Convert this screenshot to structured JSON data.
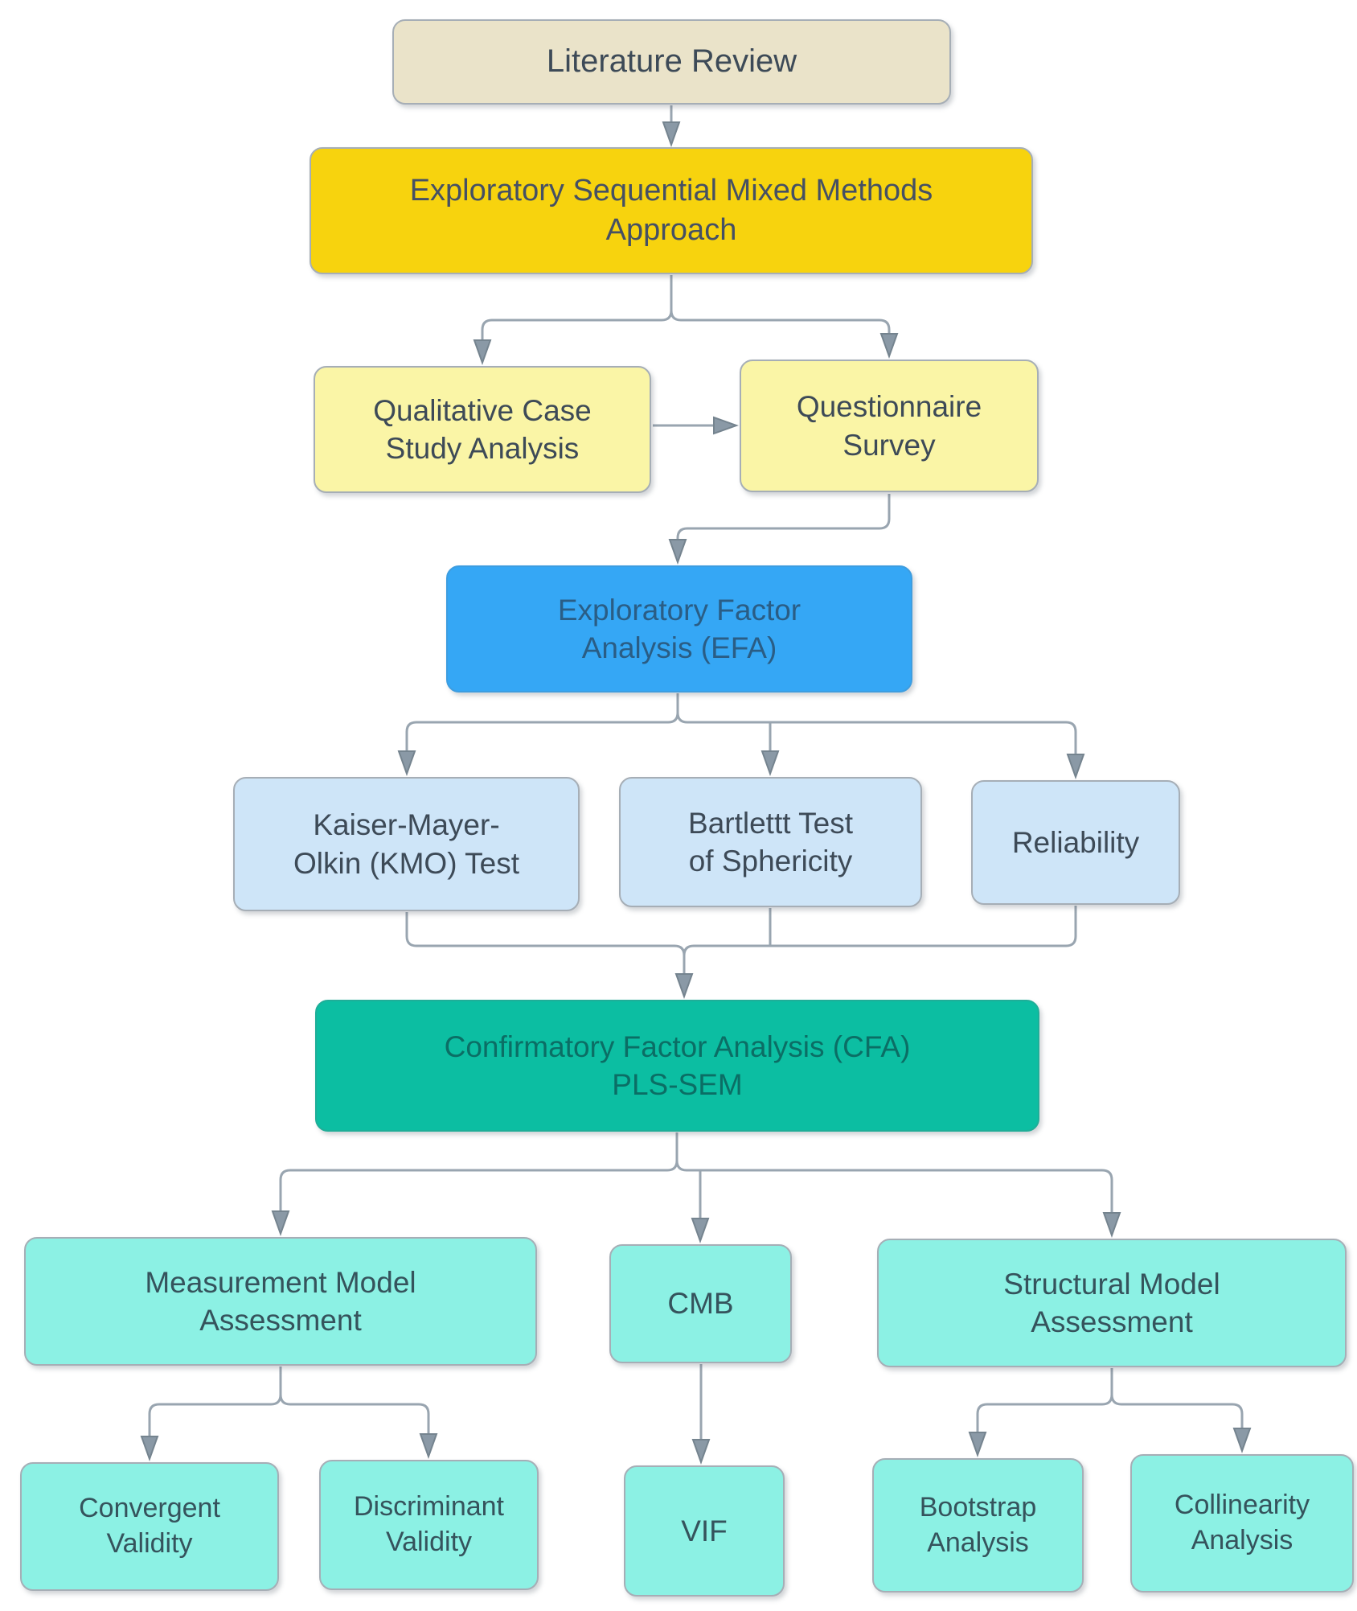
{
  "nodes": {
    "literature": {
      "label": "Literature Review",
      "bg": "#EAE3C9",
      "fg": "#3D4A57"
    },
    "approach": {
      "label": "Exploratory Sequential Mixed Methods\nApproach",
      "bg": "#F7D30E",
      "fg": "#455064"
    },
    "qualitative": {
      "label": "Qualitative Case\nStudy Analysis",
      "bg": "#FAF5A6",
      "fg": "#3D4A57"
    },
    "questionnaire": {
      "label": "Questionnaire\nSurvey",
      "bg": "#FAF5A6",
      "fg": "#3D4A57"
    },
    "efa": {
      "label": "Exploratory Factor\nAnalysis (EFA)",
      "bg": "#35A7F5",
      "fg": "#2A5D85"
    },
    "kmo": {
      "label": "Kaiser-Mayer-\nOlkin (KMO) Test",
      "bg": "#CEE5F8",
      "fg": "#3D4A57"
    },
    "bartlett": {
      "label": "Bartlettt Test\nof Sphericity",
      "bg": "#CEE5F8",
      "fg": "#3D4A57"
    },
    "reliability": {
      "label": "Reliability",
      "bg": "#CEE5F8",
      "fg": "#3D4A57"
    },
    "cfa": {
      "label": "Confirmatory Factor Analysis (CFA)\nPLS-SEM",
      "bg": "#0CBEA2",
      "fg": "#0B6E65"
    },
    "measurement": {
      "label": "Measurement Model\nAssessment",
      "bg": "#8CF1E4",
      "fg": "#35535C"
    },
    "cmb": {
      "label": "CMB",
      "bg": "#8CF1E4",
      "fg": "#35535C"
    },
    "structural": {
      "label": "Structural Model\nAssessment",
      "bg": "#8CF1E4",
      "fg": "#35535C"
    },
    "convergent": {
      "label": "Convergent\nValidity",
      "bg": "#8CF1E4",
      "fg": "#35535C"
    },
    "discriminant": {
      "label": "Discriminant\nValidity",
      "bg": "#8CF1E4",
      "fg": "#35535C"
    },
    "vif": {
      "label": "VIF",
      "bg": "#8CF1E4",
      "fg": "#35535C"
    },
    "bootstrap": {
      "label": "Bootstrap\nAnalysis",
      "bg": "#8CF1E4",
      "fg": "#35535C"
    },
    "collinearity": {
      "label": "Collinearity\nAnalysis",
      "bg": "#8CF1E4",
      "fg": "#35535C"
    }
  },
  "edges": [
    {
      "from": "literature",
      "to": "approach"
    },
    {
      "from": "approach",
      "to": "qualitative"
    },
    {
      "from": "approach",
      "to": "questionnaire"
    },
    {
      "from": "qualitative",
      "to": "questionnaire"
    },
    {
      "from": "questionnaire",
      "to": "efa"
    },
    {
      "from": "efa",
      "to": "kmo"
    },
    {
      "from": "efa",
      "to": "bartlett"
    },
    {
      "from": "efa",
      "to": "reliability"
    },
    {
      "from": "kmo",
      "to": "cfa"
    },
    {
      "from": "bartlett",
      "to": "cfa"
    },
    {
      "from": "reliability",
      "to": "cfa"
    },
    {
      "from": "cfa",
      "to": "measurement"
    },
    {
      "from": "cfa",
      "to": "cmb"
    },
    {
      "from": "cfa",
      "to": "structural"
    },
    {
      "from": "measurement",
      "to": "convergent"
    },
    {
      "from": "measurement",
      "to": "discriminant"
    },
    {
      "from": "cmb",
      "to": "vif"
    },
    {
      "from": "structural",
      "to": "bootstrap"
    },
    {
      "from": "structural",
      "to": "collinearity"
    }
  ],
  "colors": {
    "connector_line": "#99A5B0",
    "arrowhead": "#8A99A6",
    "canvas_background": "#FFFFFF"
  }
}
